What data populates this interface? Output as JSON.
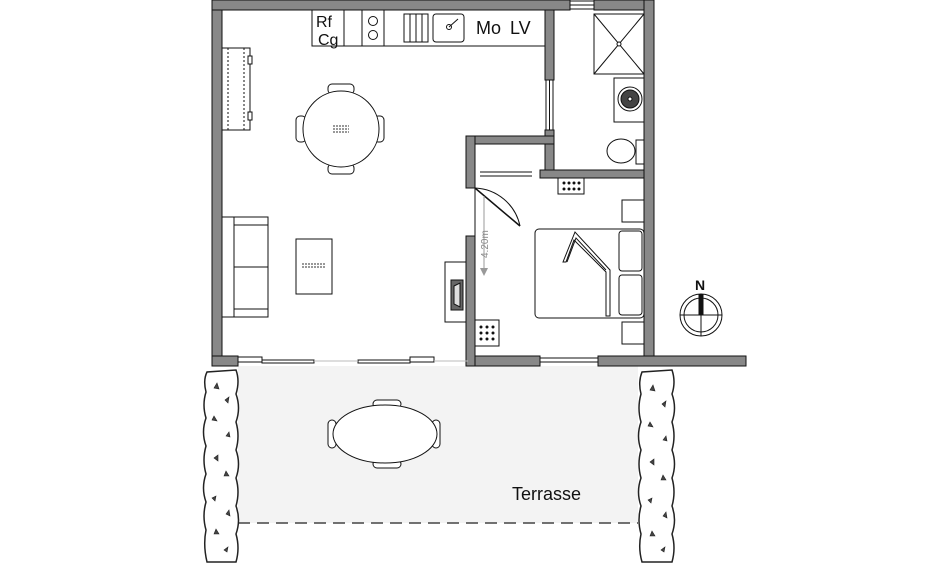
{
  "plan": {
    "labels": {
      "fridge": "Rf",
      "freezer": "Cg",
      "dishwasher": "Mo",
      "washer": "LV",
      "height_dim": "4.20m",
      "terrace": "Terrasse",
      "compass": "N"
    },
    "colors": {
      "wall": "#888888",
      "wall_stroke": "#111111",
      "terrace_fill": "#f3f3f3",
      "hedge_fill": "#ffffff",
      "dim": "#999999"
    }
  }
}
